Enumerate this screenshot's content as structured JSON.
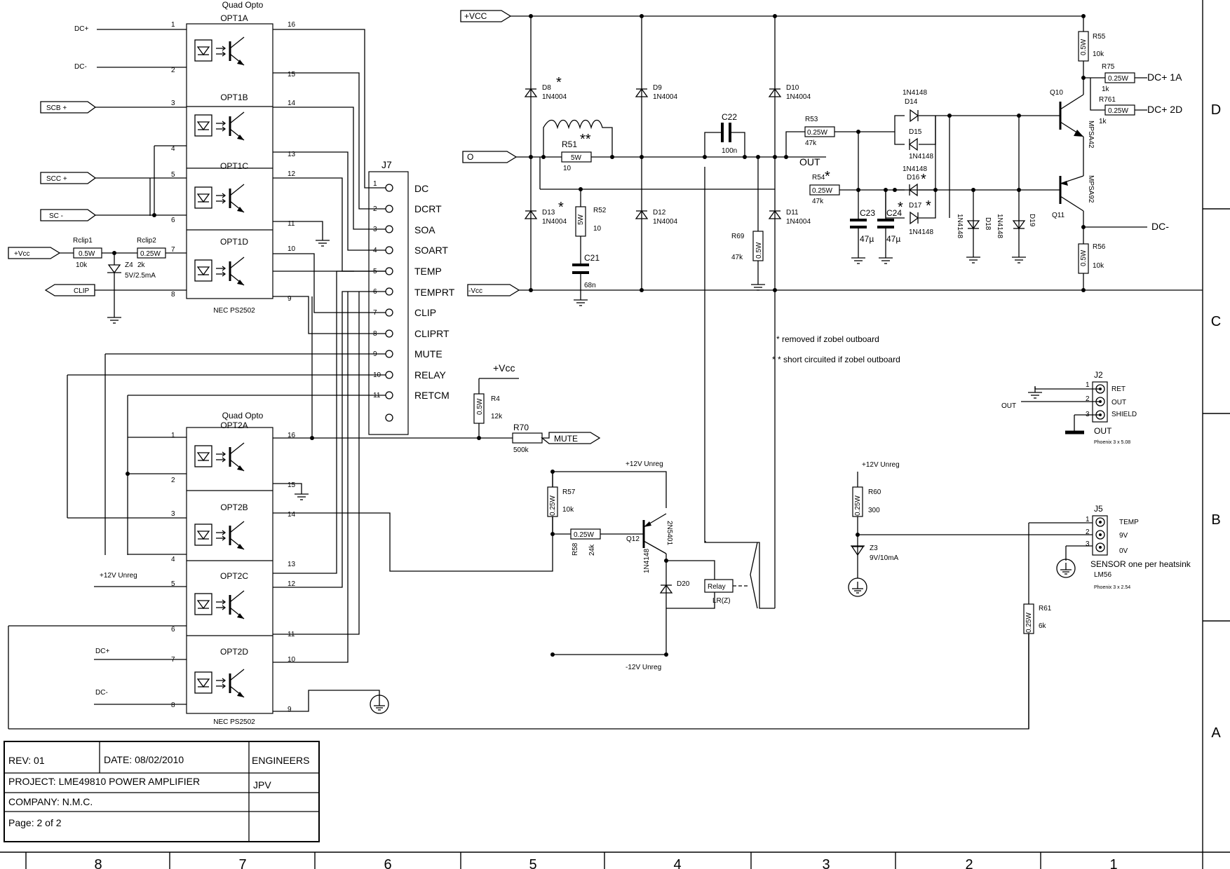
{
  "title_block": {
    "rev": "REV:  01",
    "date": "DATE: 08/02/2010",
    "engineers": "ENGINEERS",
    "project": "PROJECT:  LME49810 POWER AMPLIFIER",
    "engineer_initials": "JPV",
    "company": "COMPANY:  N.M.C.",
    "page": "Page:  2 of 2"
  },
  "zones": {
    "columns": [
      "8",
      "7",
      "6",
      "5",
      "4",
      "3",
      "2",
      "1"
    ],
    "rows": [
      "D",
      "C",
      "B",
      "A"
    ]
  },
  "notes": {
    "zobel_removed": "*  removed if zobel outboard",
    "zobel_shorted": "* *  short circuited if zobel outboard"
  },
  "opto1": {
    "title": "Quad Opto",
    "part": "NEC PS2502",
    "channels": [
      "OPT1A",
      "OPT1B",
      "OPT1C",
      "OPT1D"
    ],
    "left_pins": [
      "1",
      "2",
      "3",
      "4",
      "5",
      "6",
      "7",
      "8"
    ],
    "right_pins": [
      "16",
      "15",
      "14",
      "13",
      "12",
      "11",
      "10",
      "9"
    ]
  },
  "opto2": {
    "title": "Quad Opto",
    "part": "NEC PS2502",
    "channels": [
      "OPT2A",
      "OPT2B",
      "OPT2C",
      "OPT2D"
    ],
    "left_pins": [
      "1",
      "2",
      "3",
      "4",
      "5",
      "6",
      "7",
      "8"
    ],
    "right_pins": [
      "16",
      "15",
      "14",
      "13",
      "12",
      "11",
      "10",
      "9"
    ]
  },
  "j7": {
    "ref": "J7",
    "pins": [
      "1",
      "2",
      "3",
      "4",
      "5",
      "6",
      "7",
      "8",
      "9",
      "10",
      "11"
    ],
    "signals": [
      "DC",
      "DCRT",
      "SOA",
      "SOART",
      "TEMP",
      "TEMPRT",
      "CLIP",
      "CLIPRT",
      "MUTE",
      "RELAY",
      "RETCM"
    ]
  },
  "net_labels": {
    "dcp": "DC+",
    "dcm": "DC-",
    "scbp": "SCB +",
    "sccp": "SCC +",
    "scm": "SC -",
    "vcc_in": "+Vcc",
    "clip": "CLIP",
    "vcc_top": "+VCC",
    "o_in": "O",
    "vcc_neg": "-Vcc",
    "mute": "MUTE",
    "vcc_r4": "+Vcc",
    "out": "OUT",
    "dc1a": "DC+ 1A",
    "dc2d": "DC+ 2D",
    "dcm_q11": "DC-",
    "v12_relay": "+12V Unreg",
    "vm12_relay": "-12V Unreg",
    "v12_z3": "+12V Unreg",
    "v12_opt2c": "+12V Unreg",
    "dcp2": "DC+",
    "dcm2": "DC-",
    "out_j2": "OUT"
  },
  "components": {
    "rclip1": {
      "ref": "Rclip1",
      "rating": "0.5W",
      "value": "10k"
    },
    "rclip2": {
      "ref": "Rclip2",
      "rating": "0.25W",
      "value": "2k"
    },
    "z4": {
      "ref": "Z4",
      "value": "5V/2.5mA"
    },
    "d8": {
      "ref": "D8",
      "value": "1N4004"
    },
    "d9": {
      "ref": "D9",
      "value": "1N4004"
    },
    "d10": {
      "ref": "D10",
      "value": "1N4004"
    },
    "d11": {
      "ref": "D11",
      "value": "1N4004"
    },
    "d12": {
      "ref": "D12",
      "value": "1N4004"
    },
    "d13": {
      "ref": "D13",
      "value": "1N4004"
    },
    "r51": {
      "ref": "R51",
      "rating": "5W",
      "value": "10"
    },
    "r52": {
      "ref": "R52",
      "rating": "5W",
      "value": "10"
    },
    "c21": {
      "ref": "C21",
      "value": "68n"
    },
    "c22": {
      "ref": "C22",
      "value": "100n"
    },
    "r69": {
      "ref": "R69",
      "rating": "0.5W",
      "value": "47k"
    },
    "r53": {
      "ref": "R53",
      "rating": "0.25W",
      "value": "47k"
    },
    "r54": {
      "ref": "R54",
      "rating": "0.25W",
      "value": "47k"
    },
    "c23": {
      "ref": "C23",
      "value": "47µ"
    },
    "c24": {
      "ref": "C24",
      "value": "47µ"
    },
    "d14": {
      "ref": "D14",
      "value": "1N4148"
    },
    "d15": {
      "ref": "D15",
      "value": "1N4148"
    },
    "d16": {
      "ref": "D16",
      "value": "1N4148"
    },
    "d17": {
      "ref": "D17",
      "value": "1N4148"
    },
    "d18": {
      "ref": "D18",
      "value": "1N4148"
    },
    "d19": {
      "ref": "D19"
    },
    "r55": {
      "ref": "R55",
      "rating": "0.5W",
      "value": "10k"
    },
    "r56": {
      "ref": "R56",
      "rating": "0.5W",
      "value": "10k"
    },
    "r75": {
      "ref": "R75",
      "rating": "0.25W",
      "value": "1k"
    },
    "r761": {
      "ref": "R761",
      "rating": "0.25W",
      "value": "1k"
    },
    "q10": {
      "ref": "Q10",
      "part": "MPSA42"
    },
    "q11": {
      "ref": "Q11",
      "part": "MPSA92"
    },
    "r4": {
      "ref": "R4",
      "rating": "0.5W",
      "value": "12k"
    },
    "r70": {
      "ref": "R70",
      "value": "500k"
    },
    "r57": {
      "ref": "R57",
      "rating": "0.25W",
      "value": "10k"
    },
    "r58": {
      "ref": "R58",
      "rating": "0.25W",
      "value": "24k"
    },
    "q12": {
      "ref": "Q12",
      "part": "2N5401"
    },
    "d20": {
      "ref": "D20",
      "value": "1N4148"
    },
    "relay": {
      "ref": "Relay",
      "value": "LR(Z)"
    },
    "r60": {
      "ref": "R60",
      "rating": "0.25W",
      "value": "300"
    },
    "z3": {
      "ref": "Z3",
      "value": "9V/10mA"
    },
    "r61": {
      "ref": "R61",
      "rating": "0.25W",
      "value": "6k"
    },
    "star": "*",
    "star2": "**"
  },
  "j2": {
    "ref": "J2",
    "pins": [
      "1",
      "2",
      "3"
    ],
    "signals": [
      "RET",
      "OUT",
      "SHIELD"
    ],
    "title": "OUT",
    "footprint": "Phoenix 3 x 5.08"
  },
  "j5": {
    "ref": "J5",
    "pins": [
      "1",
      "2",
      "3"
    ],
    "signals": [
      "TEMP",
      "9V",
      "0V"
    ],
    "title": "SENSOR one per heatsink",
    "part": "LM56",
    "footprint": "Phoenix 3 x 2.54"
  }
}
